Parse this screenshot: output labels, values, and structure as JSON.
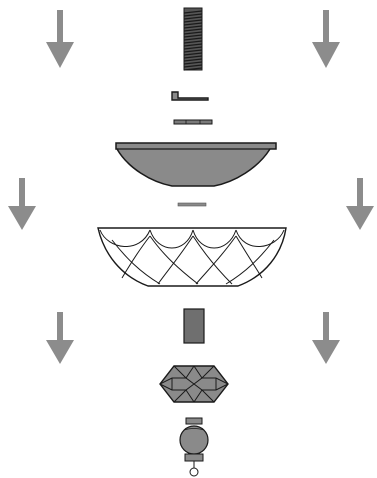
{
  "diagram": {
    "type": "exploded-assembly",
    "colors": {
      "arrow": "#8c8c8c",
      "part_fill": "#8a8a8a",
      "part_fill_dark": "#6f6f6f",
      "outline": "#1a1a1a",
      "glass": "#ffffff"
    },
    "arrows": [
      {
        "name": "arrow-down-top-left",
        "icon": "arrow-down-icon"
      },
      {
        "name": "arrow-down-top-right",
        "icon": "arrow-down-icon"
      },
      {
        "name": "arrow-down-middle-left",
        "icon": "arrow-down-icon"
      },
      {
        "name": "arrow-down-middle-right",
        "icon": "arrow-down-icon"
      },
      {
        "name": "arrow-down-bottom-left",
        "icon": "arrow-down-icon"
      },
      {
        "name": "arrow-down-bottom-right",
        "icon": "arrow-down-icon"
      }
    ],
    "parts": [
      {
        "name": "threaded-rod",
        "icon": "threaded-rod-icon"
      },
      {
        "name": "lock-bracket",
        "icon": "bracket-icon"
      },
      {
        "name": "washer-plate",
        "icon": "washer-icon"
      },
      {
        "name": "metal-canopy",
        "icon": "canopy-icon"
      },
      {
        "name": "gasket-ring",
        "icon": "gasket-icon"
      },
      {
        "name": "glass-bowl",
        "icon": "glass-bowl-icon"
      },
      {
        "name": "spacer-tube",
        "icon": "spacer-icon"
      },
      {
        "name": "faceted-crystal",
        "icon": "crystal-icon"
      },
      {
        "name": "finial-knob",
        "icon": "finial-icon"
      }
    ]
  }
}
